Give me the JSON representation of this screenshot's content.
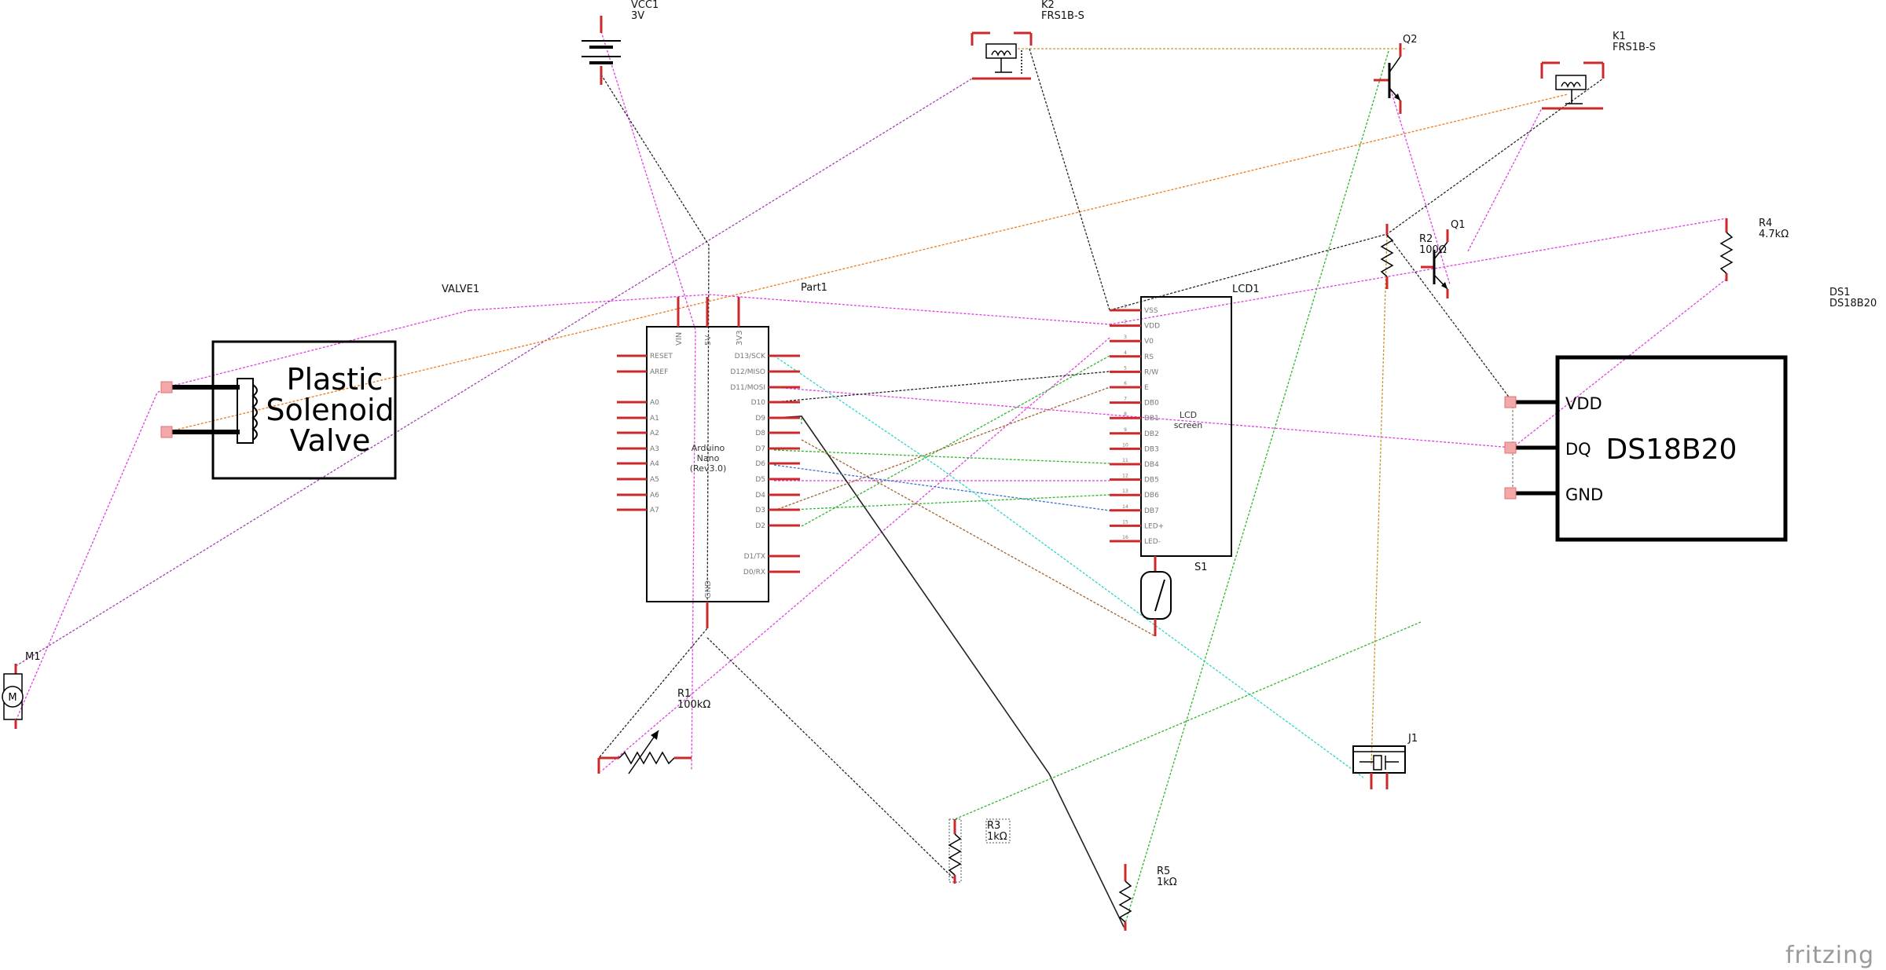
{
  "components": {
    "vcc1": {
      "ref": "VCC1",
      "value": "3V"
    },
    "k2": {
      "ref": "K2",
      "value": "FRS1B-S"
    },
    "k1": {
      "ref": "K1",
      "value": "FRS1B-S"
    },
    "q2": {
      "ref": "Q2"
    },
    "q1": {
      "ref": "Q1"
    },
    "r2": {
      "ref": "R2",
      "value": "100Ω"
    },
    "r4": {
      "ref": "R4",
      "value": "4.7kΩ"
    },
    "ds1": {
      "ref": "DS1",
      "value": "DS18B20",
      "body": "DS18B20",
      "pins": [
        "VDD",
        "DQ",
        "GND"
      ]
    },
    "valve1": {
      "ref": "VALVE1",
      "lines": [
        "Plastic",
        "Solenoid",
        "Valve"
      ]
    },
    "part1": {
      "ref": "Part1",
      "title_lines": [
        "Arduino",
        "Nano",
        "(Rev3.0)"
      ],
      "top_pins": [
        "VIN",
        "5V",
        "3V3"
      ],
      "bottom_pin": "GND",
      "left_pins": [
        "RESET",
        "AREF",
        "A0",
        "A1",
        "A2",
        "A3",
        "A4",
        "A5",
        "A6",
        "A7"
      ],
      "right_pins": [
        "D13/SCK",
        "D12/MISO",
        "D11/MOSI",
        "D10",
        "D9",
        "D8",
        "D7",
        "D6",
        "D5",
        "D4",
        "D3",
        "D2",
        "D1/TX",
        "D0/RX"
      ]
    },
    "lcd1": {
      "ref": "LCD1",
      "title_lines": [
        "LCD",
        "screen"
      ],
      "pins": [
        "VSS",
        "VDD",
        "V0",
        "RS",
        "R/W",
        "E",
        "DB0",
        "DB1",
        "DB2",
        "DB3",
        "DB4",
        "DB5",
        "DB6",
        "DB7",
        "LED+",
        "LED-"
      ],
      "pin_numbers": [
        "1",
        "2",
        "3",
        "4",
        "5",
        "6",
        "7",
        "8",
        "9",
        "10",
        "11",
        "12",
        "13",
        "14",
        "15",
        "16"
      ]
    },
    "s1": {
      "ref": "S1"
    },
    "m1": {
      "ref": "M1",
      "symbol": "M"
    },
    "r1": {
      "ref": "R1",
      "value": "100kΩ"
    },
    "r3": {
      "ref": "R3",
      "value": "1kΩ"
    },
    "r5": {
      "ref": "R5",
      "value": "1kΩ"
    },
    "j1": {
      "ref": "J1"
    }
  },
  "logo": "fritzing",
  "colors": {
    "pin": "#cc2a2a",
    "pad": "#f2a8a8",
    "magenta": "#e040e0",
    "orange": "#ee7a1c",
    "black": "#222222",
    "green": "#2fb52f",
    "cyan": "#2ad6c8",
    "brown": "#a0602a",
    "blue": "#3a70d0",
    "gold": "#c8962a",
    "purple": "#a040b0"
  }
}
